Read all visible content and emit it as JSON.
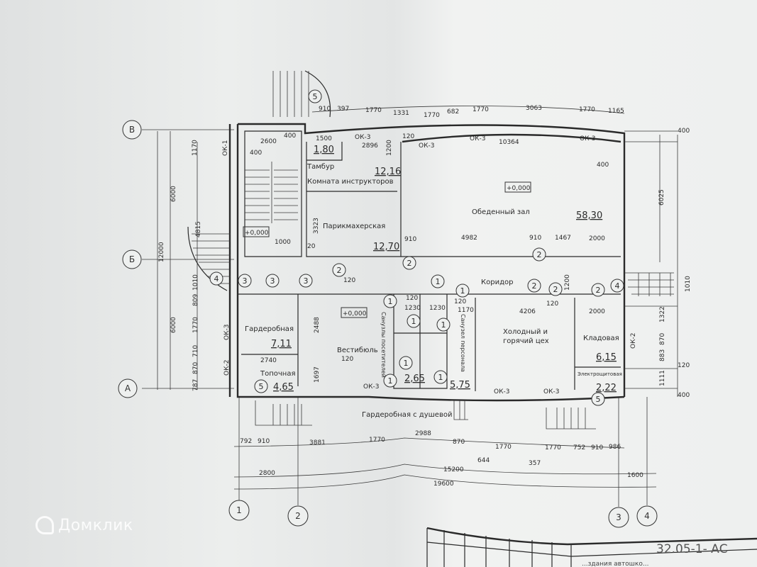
{
  "axes": {
    "rows": [
      "В",
      "Б",
      "А"
    ],
    "cols": [
      "1",
      "2",
      "3",
      "4"
    ]
  },
  "rooms": {
    "tambur": {
      "name": "Тамбур",
      "area": "1,80"
    },
    "instructors": {
      "name": "Комната инструкторов",
      "area": "12,16"
    },
    "barber": {
      "name": "Парикмахерская",
      "area": "12,70"
    },
    "dining": {
      "name": "Обеденный зал",
      "area": "58,30"
    },
    "corridor": {
      "name": "Коридор"
    },
    "wardrobe": {
      "name": "Гардеробная",
      "area": "7,11"
    },
    "boiler": {
      "name": "Топочная",
      "area": "4,65"
    },
    "vestibule": {
      "name": "Вестибюль"
    },
    "visitor_wc": {
      "name": "Санузлы посетителей",
      "area": "2,65"
    },
    "staff_wc": {
      "name": "Санузел персонала",
      "area": "5,75"
    },
    "kitchen": {
      "name_line1": "Холодный и",
      "name_line2": "горячий цех"
    },
    "storage": {
      "name": "Кладовая",
      "area": "6,15"
    },
    "electrical": {
      "name": "Электрощитовая",
      "area": "2,22"
    },
    "shower_wardrobe": {
      "name": "Гардеробная с душевой"
    }
  },
  "level_mark": "+0,000",
  "windows": {
    "ok1": "ОК-1",
    "ok2": "ОК-2",
    "ok3": "ОК-3"
  },
  "door_tags": [
    "5",
    "2",
    "2",
    "2",
    "4",
    "3",
    "3",
    "3",
    "1",
    "1",
    "2",
    "2",
    "2",
    "4",
    "1",
    "1",
    "1",
    "1",
    "1",
    "1",
    "5",
    "5"
  ],
  "dims": [
    "910",
    "397",
    "1770",
    "1331",
    "1770",
    "682",
    "1770",
    "3063",
    "1770",
    "1165",
    "400",
    "2600",
    "400",
    "400",
    "1500",
    "2896",
    "1200",
    "120",
    "6000",
    "4815",
    "12000",
    "1170",
    "10364",
    "400",
    "6025",
    "3323",
    "1000",
    "910",
    "4982",
    "910",
    "1467",
    "2000",
    "1010",
    "809",
    "1770",
    "710",
    "870",
    "787",
    "6000",
    "2488",
    "1697",
    "120",
    "2740",
    "1230",
    "1230",
    "120",
    "120",
    "1170",
    "4206",
    "120",
    "2000",
    "1200",
    "1322",
    "870",
    "883",
    "120",
    "1111",
    "400",
    "1010",
    "792",
    "910",
    "3881",
    "1770",
    "2988",
    "870",
    "1770",
    "1770",
    "752",
    "910",
    "986",
    "644",
    "357",
    "2800",
    "15200",
    "1600",
    "19600",
    "20",
    "120"
  ],
  "title_block": {
    "code": "32.05-1- АС",
    "caption": "...здания автошко..."
  },
  "watermark": "Домклик"
}
